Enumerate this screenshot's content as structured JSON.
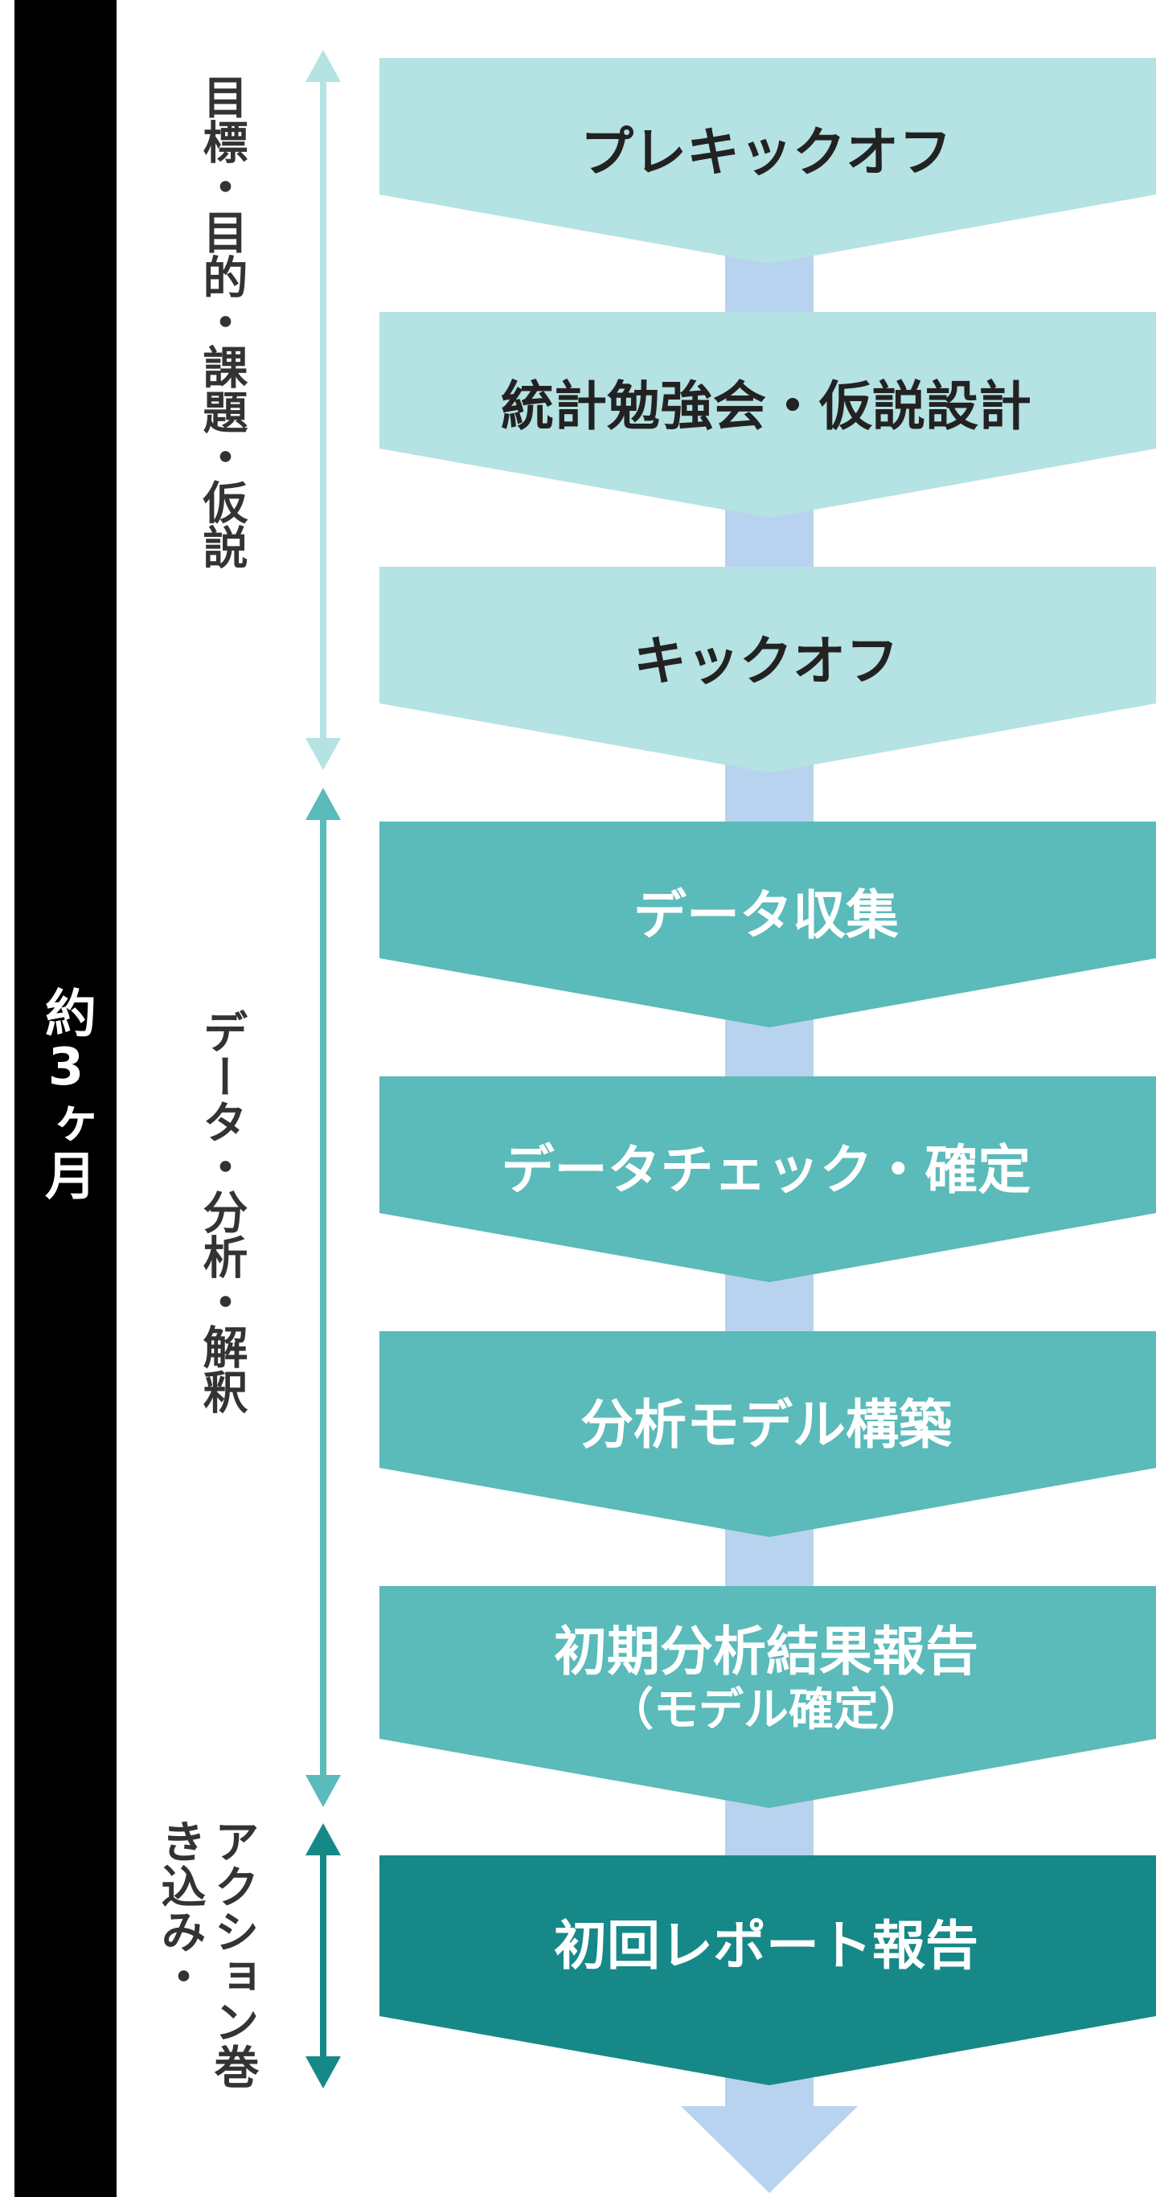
{
  "duration": {
    "label": "約3ヶ月"
  },
  "phases": [
    {
      "id": "goal",
      "label": "目標・目的・課題・仮説",
      "color": "#b5e2e2"
    },
    {
      "id": "analysis",
      "label": "データ・分析・解釈",
      "color": "#5bbaba"
    },
    {
      "id": "action",
      "label": "アクション巻き込み・",
      "color": "#178888"
    }
  ],
  "steps": [
    {
      "label": "プレキックオフ",
      "sub": "",
      "phase": "goal",
      "fill": "#b5e2e2",
      "text_color": "#222222"
    },
    {
      "label": "統計勉強会・仮説設計",
      "sub": "",
      "phase": "goal",
      "fill": "#b5e2e2",
      "text_color": "#222222"
    },
    {
      "label": "キックオフ",
      "sub": "",
      "phase": "goal",
      "fill": "#b5e2e2",
      "text_color": "#222222"
    },
    {
      "label": "データ収集",
      "sub": "",
      "phase": "analysis",
      "fill": "#5bbaba",
      "text_color": "#ffffff"
    },
    {
      "label": "データチェック・確定",
      "sub": "",
      "phase": "analysis",
      "fill": "#5bbaba",
      "text_color": "#ffffff"
    },
    {
      "label": "分析モデル構築",
      "sub": "",
      "phase": "analysis",
      "fill": "#5bbaba",
      "text_color": "#ffffff"
    },
    {
      "label": "初期分析結果報告",
      "sub": "（モデル確定）",
      "phase": "analysis",
      "fill": "#5bbaba",
      "text_color": "#ffffff"
    },
    {
      "label": "初回レポート報告",
      "sub": "",
      "phase": "action",
      "fill": "#178888",
      "text_color": "#ffffff"
    }
  ],
  "colors": {
    "flow_arrow": "#b8d3ef",
    "duration_bar": "#000000",
    "phase_text": "#333333"
  }
}
